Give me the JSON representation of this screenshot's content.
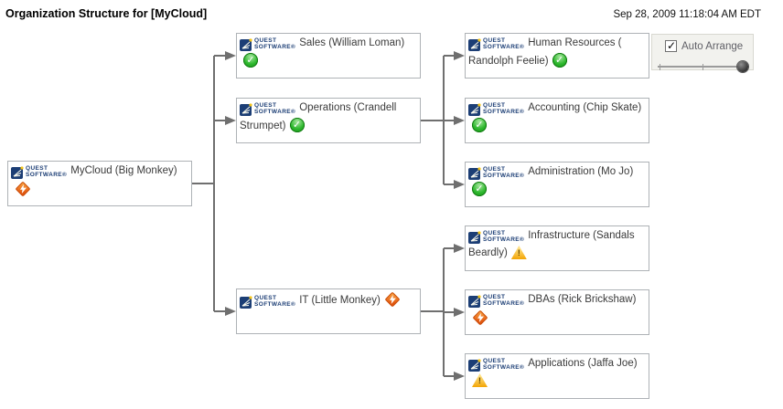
{
  "header": {
    "title": "Organization Structure for [MyCloud]",
    "timestamp": "Sep 28, 2009 11:18:04 AM EDT"
  },
  "auto_arrange": {
    "label": "Auto Arrange",
    "checked": true,
    "slider_position": "max"
  },
  "logo": {
    "line1": "QUEST",
    "line2": "SOFTWARE®"
  },
  "colors": {
    "connector": "#6f6f6f",
    "node_border": "#aeb2b6",
    "logo_navy": "#1c3e75",
    "status_ok_green": "#2db82d",
    "status_warning_yellow": "#f3a505",
    "status_action_orange": "#e2570f"
  },
  "nodes": [
    {
      "id": "mycloud",
      "label": "MyCloud (Big Monkey)",
      "status": "action-required",
      "parent": null
    },
    {
      "id": "sales",
      "label": "Sales (William Loman)",
      "status": "ok",
      "parent": "mycloud"
    },
    {
      "id": "operations",
      "label": "Operations (Crandell Strumpet)",
      "status": "ok",
      "parent": "mycloud"
    },
    {
      "id": "it",
      "label": "IT (Little Monkey)",
      "status": "action-required",
      "parent": "mycloud"
    },
    {
      "id": "human-resources",
      "label": "Human Resources ( Randolph Feelie)",
      "status": "ok",
      "parent": "operations"
    },
    {
      "id": "accounting",
      "label": "Accounting (Chip Skate)",
      "status": "ok",
      "parent": "operations"
    },
    {
      "id": "administration",
      "label": "Administration (Mo Jo)",
      "status": "ok",
      "parent": "operations"
    },
    {
      "id": "infrastructure",
      "label": "Infrastructure (Sandals Beardly)",
      "status": "warning",
      "parent": "it"
    },
    {
      "id": "dbas",
      "label": "DBAs (Rick Brickshaw)",
      "status": "action-required",
      "parent": "it"
    },
    {
      "id": "applications",
      "label": "Applications (Jaffa Joe)",
      "status": "warning",
      "parent": "it"
    }
  ]
}
